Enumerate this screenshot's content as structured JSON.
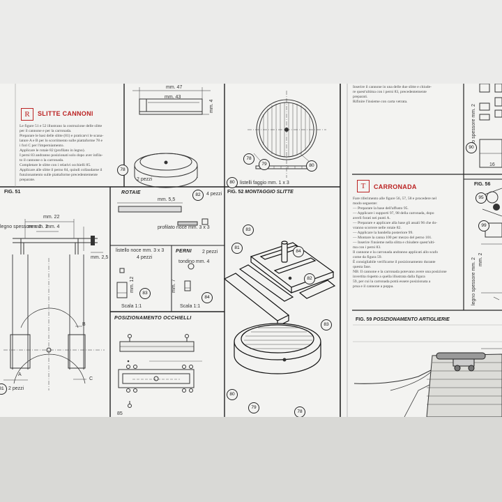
{
  "section_r": {
    "letter": "R",
    "title": "SLITTE CANNONI",
    "text": "Le figure 51 e 52 illustrano la costruzione delle slitte\nper il cannone e per la carronada.\nPreparare le basi delle slitte (81) e praticarvi le scana-\nlature A e B per lo scorrimento sulle piattaforme 78 e\ni fori C per l'imperniamento.\nApplicare le rotaie 82 (profilato in legno).\nI perni 83 andranno posizionati solo dopo aver infila-\nto il cannone o la carronada.\nCompletare le slitte con i relativi occhielli 85.\nApplicare alle slitte il perno 84, quindi collaudarne il\nfunzionamento sulle piattaforme precedentemente\npreparate."
  },
  "section_t": {
    "letter": "T",
    "title": "CARRONADA",
    "text": "Fare riferimento alle figure 56, 57, 58 e procedere nel\nmodo seguente:\n— Preparare la base dell'affusto 95.\n— Applicare i supporti 97, 98 della carronada, dopo\n    averli forati nei punti A.\n— Preparare e applicare alla base gli assali 96 che do-\n    vranno scorrere nelle rotaie 82.\n— Applicare la bandella posteriore 99.\n— Montare la canna 100 per mezzo del perno 101.\n— Inserire l'insieme nella slitta e chiudere quest'ulti-\n    ma con i perni 83.\nIl cannone e la carronada andranno applicati allo scafo\ncome da figura 59.\nÈ consigliabile verificarne il posizionamento durante\nquesta fase.\nNB: Il cannone e la carronada potevano avere una posizione\ninvertita rispetto a quella illustrata dalla figura\n59, per cui la carronada potrà essere posizionata a\nprua e il cannone a poppa."
  },
  "top_right_text": "Inserire il cannone in una delle due slitte e chiude-\nre quest'ultima con i perni 83, precedentemente\npreparati.\nRifinire l'insieme con carta vetrata.",
  "dims": {
    "mm47": "mm. 47",
    "mm43": "mm. 43",
    "mm4_v": "mm. 4",
    "mm22": "mm. 22",
    "mm4": "mm. 4",
    "mm2": "mm. 2",
    "mm25": "mm. 2,5",
    "mm55": "mm. 5,5",
    "mm7": "mm. 7",
    "mm12": "mm. 12",
    "mm2_right": "mm. 2"
  },
  "labels": {
    "pezzi2_78": "2 pezzi",
    "listelli_80": "listelli faggio mm. 1 x 3",
    "rotaie": "ROTAIE",
    "pezzi4": "4 pezzi",
    "profilato": "profilato noce mm. 3 x 3",
    "listello_83": "listello noce mm. 3 x 3",
    "pezzi4_83": "4 pezzi",
    "perni": "PERNI",
    "pezzi2_84": "2 pezzi",
    "tondino": "tondino mm. 4",
    "scala1": "Scala 1:1",
    "scala2": "Scala 1:1",
    "legno_sp": "legno spessore mm. 2",
    "legno_sp_right": "legno spessore mm. 2",
    "legno_sp_right2": "legno spessore mm. 2",
    "pezzi2_81": "2 pezzi",
    "b": "B",
    "a": "A",
    "c": "C",
    "n16": "16"
  },
  "figures": {
    "fig51": "FIG. 51",
    "fig52": "FIG. 52",
    "fig52_cap": "MONTAGGIO SLITTE",
    "fig56": "FIG. 56",
    "fig59": "FIG. 59",
    "fig59_cap": "POSIZIONAMENTO ARTIGLIERIE",
    "occhielli_cap": "POSIZIONAMENTO OCCHIELLI"
  },
  "parts": {
    "p78a": "78",
    "p79a": "79",
    "p80a": "80",
    "p78b": "78",
    "p80b": "80",
    "p82a": "82",
    "p83a": "83",
    "p84a": "84",
    "p83b": "83",
    "p84b": "84",
    "p82b": "82",
    "p83c": "83",
    "p80c": "80",
    "p79b": "79",
    "p78c": "78",
    "p81a": "81",
    "p81b": "81",
    "p90": "90",
    "p95": "95",
    "p99": "99",
    "p85": "85"
  }
}
